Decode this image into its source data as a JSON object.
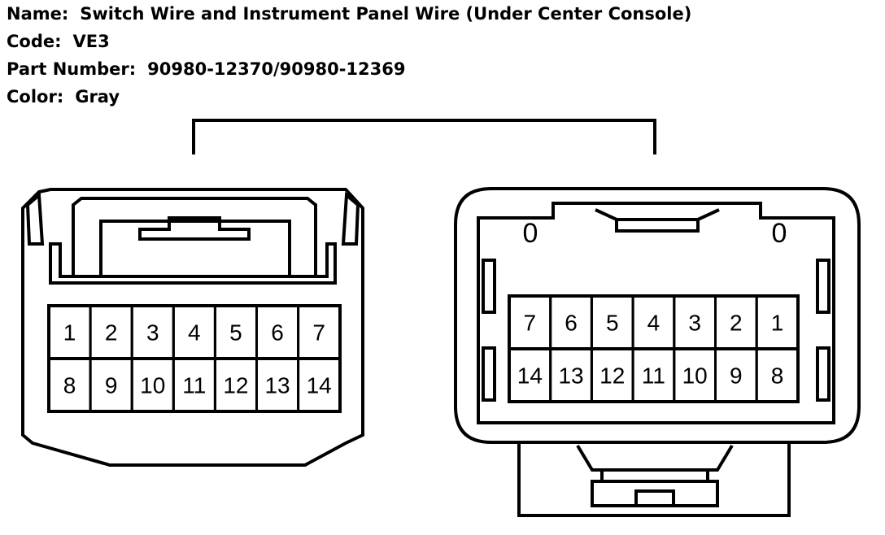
{
  "header": {
    "name_label": "Name:",
    "name_value": "Switch Wire and Instrument Panel Wire (Under Center Console)",
    "code_label": "Code:",
    "code_value": "VE3",
    "part_label": "Part Number:",
    "part_value": "90980-12370/90980-12369",
    "color_label": "Color:",
    "color_value": "Gray"
  },
  "left_connector": {
    "top_row": [
      "1",
      "2",
      "3",
      "4",
      "5",
      "6",
      "7"
    ],
    "bottom_row": [
      "8",
      "9",
      "10",
      "11",
      "12",
      "13",
      "14"
    ]
  },
  "right_connector": {
    "top_row": [
      "7",
      "6",
      "5",
      "4",
      "3",
      "2",
      "1"
    ],
    "bottom_row": [
      "14",
      "13",
      "12",
      "11",
      "10",
      "9",
      "8"
    ],
    "corner_marks": [
      "0",
      "0"
    ]
  }
}
